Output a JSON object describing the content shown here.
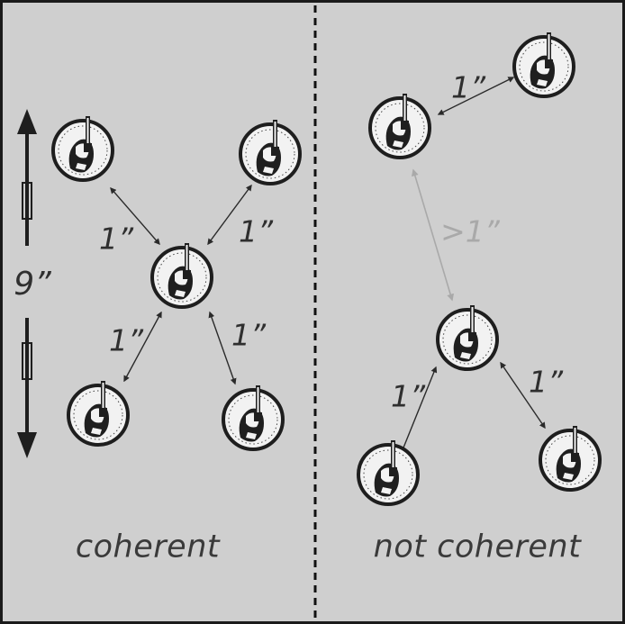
{
  "panels": {
    "left": {
      "caption": "coherent"
    },
    "right": {
      "caption": "not coherent"
    }
  },
  "measure": {
    "label": "9”"
  },
  "distances": {
    "left_upper_left": "1”",
    "left_upper_right": "1”",
    "left_lower_left": "1”",
    "left_lower_right": "1”",
    "right_top": "1”",
    "right_gap": ">1”",
    "right_lower_left": "1”",
    "right_lower_right": "1”"
  },
  "colors": {
    "background": "#cfcfcf",
    "ink": "#2a2a2a",
    "faded": "#a9a9a9",
    "divider": "#111111"
  },
  "icons": {
    "model": "miniature-on-round-base-icon",
    "arrow_up": "arrow-up-icon",
    "arrow_down": "arrow-down-icon"
  }
}
